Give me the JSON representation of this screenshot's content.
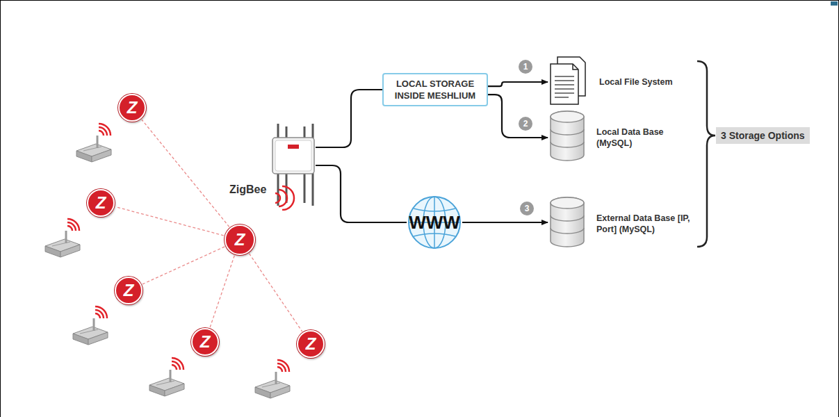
{
  "diagram": {
    "nodes": [
      {
        "text": [
          "Z"
        ]
      },
      {
        "text": [
          "Z"
        ]
      },
      {
        "text": [
          "Z"
        ]
      },
      {
        "text": [
          "Z"
        ]
      },
      {
        "text": [
          "Z"
        ]
      },
      {
        "text": [
          "Z"
        ]
      },
      {
        "text": [
          "ZigBee"
        ]
      },
      {
        "text": [
          "LOCAL STORAGE INSIDE MESHLIUM"
        ]
      },
      {
        "text": [
          "WWW"
        ]
      },
      {
        "text": [
          "Local File System"
        ]
      },
      {
        "text": [
          "Local Data Base (MySQL)"
        ]
      },
      {
        "text": [
          "External Data Base [IP, Port] (MySQL)"
        ]
      },
      {
        "text": [
          "3 Storage Options"
        ]
      }
    ],
    "edges": [
      {
        "from": 2,
        "to": 0,
        "arrow": "none"
      },
      {
        "from": 2,
        "to": 1,
        "arrow": "none"
      },
      {
        "from": 2,
        "to": 3,
        "arrow": "none"
      },
      {
        "from": 2,
        "to": 4,
        "arrow": "none"
      },
      {
        "from": 2,
        "to": 5,
        "arrow": "none"
      },
      {
        "from": 6,
        "to": 7,
        "arrow": "none"
      },
      {
        "from": 7,
        "to": 9,
        "arrow": "to"
      },
      {
        "from": 7,
        "to": 10,
        "arrow": "to"
      },
      {
        "from": 6,
        "to": 8,
        "arrow": "none"
      },
      {
        "from": 8,
        "to": 11,
        "arrow": "to"
      }
    ],
    "labels": [
      "1",
      "2",
      "3"
    ]
  }
}
